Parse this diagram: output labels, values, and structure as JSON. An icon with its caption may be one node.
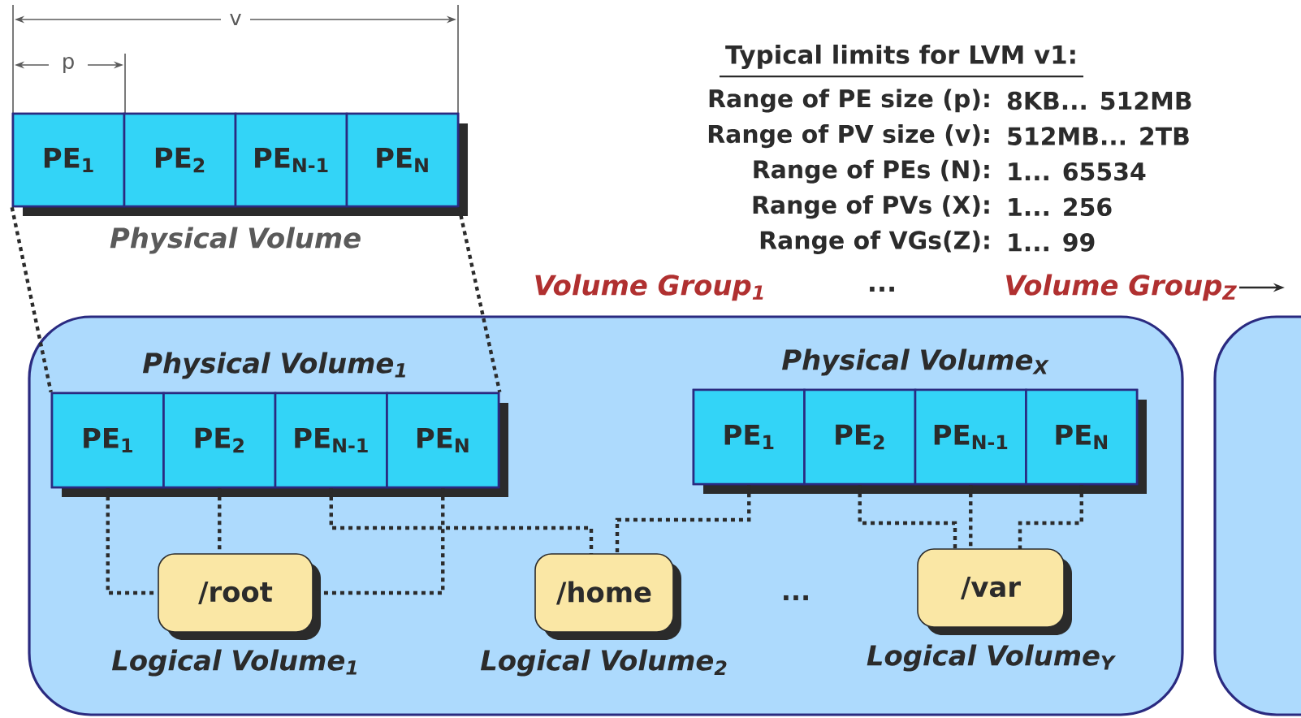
{
  "diagram": {
    "nodes": [
      {
        "text": [
          "Physical Volume"
        ]
      },
      {
        "text": [
          "PE$_{1}$"
        ],
        "in": 0
      },
      {
        "text": [
          "PE$_{2}$"
        ],
        "in": 0
      },
      {
        "text": [
          "PE$_{N-1}$"
        ],
        "in": 0
      },
      {
        "text": [
          "PE$_{N}$"
        ],
        "in": 0
      },
      {
        "text": [
          "Volume Group$_{1}$"
        ]
      },
      {
        "text": [
          "Physical Volume$_{1}$"
        ],
        "in": 5
      },
      {
        "text": [
          "PE$_{1}$"
        ],
        "in": 6
      },
      {
        "text": [
          "PE$_{2}$"
        ],
        "in": 6
      },
      {
        "text": [
          "PE$_{N-1}$"
        ],
        "in": 6
      },
      {
        "text": [
          "PE$_{N}$"
        ],
        "in": 6
      },
      {
        "text": [
          "Physical Volume$_{X}$"
        ],
        "in": 5
      },
      {
        "text": [
          "PE$_{1}$"
        ],
        "in": 11
      },
      {
        "text": [
          "PE$_{2}$"
        ],
        "in": 11
      },
      {
        "text": [
          "PE$_{N-1}$"
        ],
        "in": 11
      },
      {
        "text": [
          "PE$_{N}$"
        ],
        "in": 11
      },
      {
        "text": [
          "/root"
        ],
        "beside": [
          "Logical Volume$_{1}$"
        ],
        "in": 5
      },
      {
        "text": [
          "/home"
        ],
        "beside": [
          "Logical Volume$_{2}$"
        ],
        "in": 5
      },
      {
        "text": [
          "/var"
        ],
        "beside": [
          "Logical Volume$_{Y}$"
        ],
        "in": 5
      },
      {
        "text": [
          "Volume Group$_{Z}$"
        ]
      }
    ],
    "edges": [
      {
        "from": 0,
        "to": 6,
        "arrow": "none",
        "style": "dashed"
      },
      {
        "from": 0,
        "to": 6,
        "arrow": "none",
        "style": "dashed"
      },
      {
        "from": 7,
        "to": 16,
        "arrow": "none",
        "style": "dashed"
      },
      {
        "from": 8,
        "to": 16,
        "arrow": "none",
        "style": "dashed"
      },
      {
        "from": 10,
        "to": 16,
        "arrow": "none",
        "style": "dashed"
      },
      {
        "from": 9,
        "to": 17,
        "arrow": "none",
        "style": "dashed"
      },
      {
        "from": 12,
        "to": 17,
        "arrow": "none",
        "style": "dashed"
      },
      {
        "from": 13,
        "to": 18,
        "arrow": "none",
        "style": "dashed"
      },
      {
        "from": 14,
        "to": 18,
        "arrow": "none",
        "style": "dashed"
      },
      {
        "from": 15,
        "to": 18,
        "arrow": "none",
        "style": "dashed"
      },
      {
        "from": 19,
        "to": null,
        "arrow": "to"
      }
    ],
    "labels": [
      "v",
      "p",
      "Typical limits for LVM v1:",
      "Range of PE size (p):",
      "8KB... 512MB",
      "Range of PV size (v):",
      "512MB... 2TB",
      "Range of PEs (N):",
      "1... 65534",
      "Range of PVs (X):",
      "1... 256",
      "Range of VGs(Z):",
      "1... 99",
      "...",
      "..."
    ]
  }
}
